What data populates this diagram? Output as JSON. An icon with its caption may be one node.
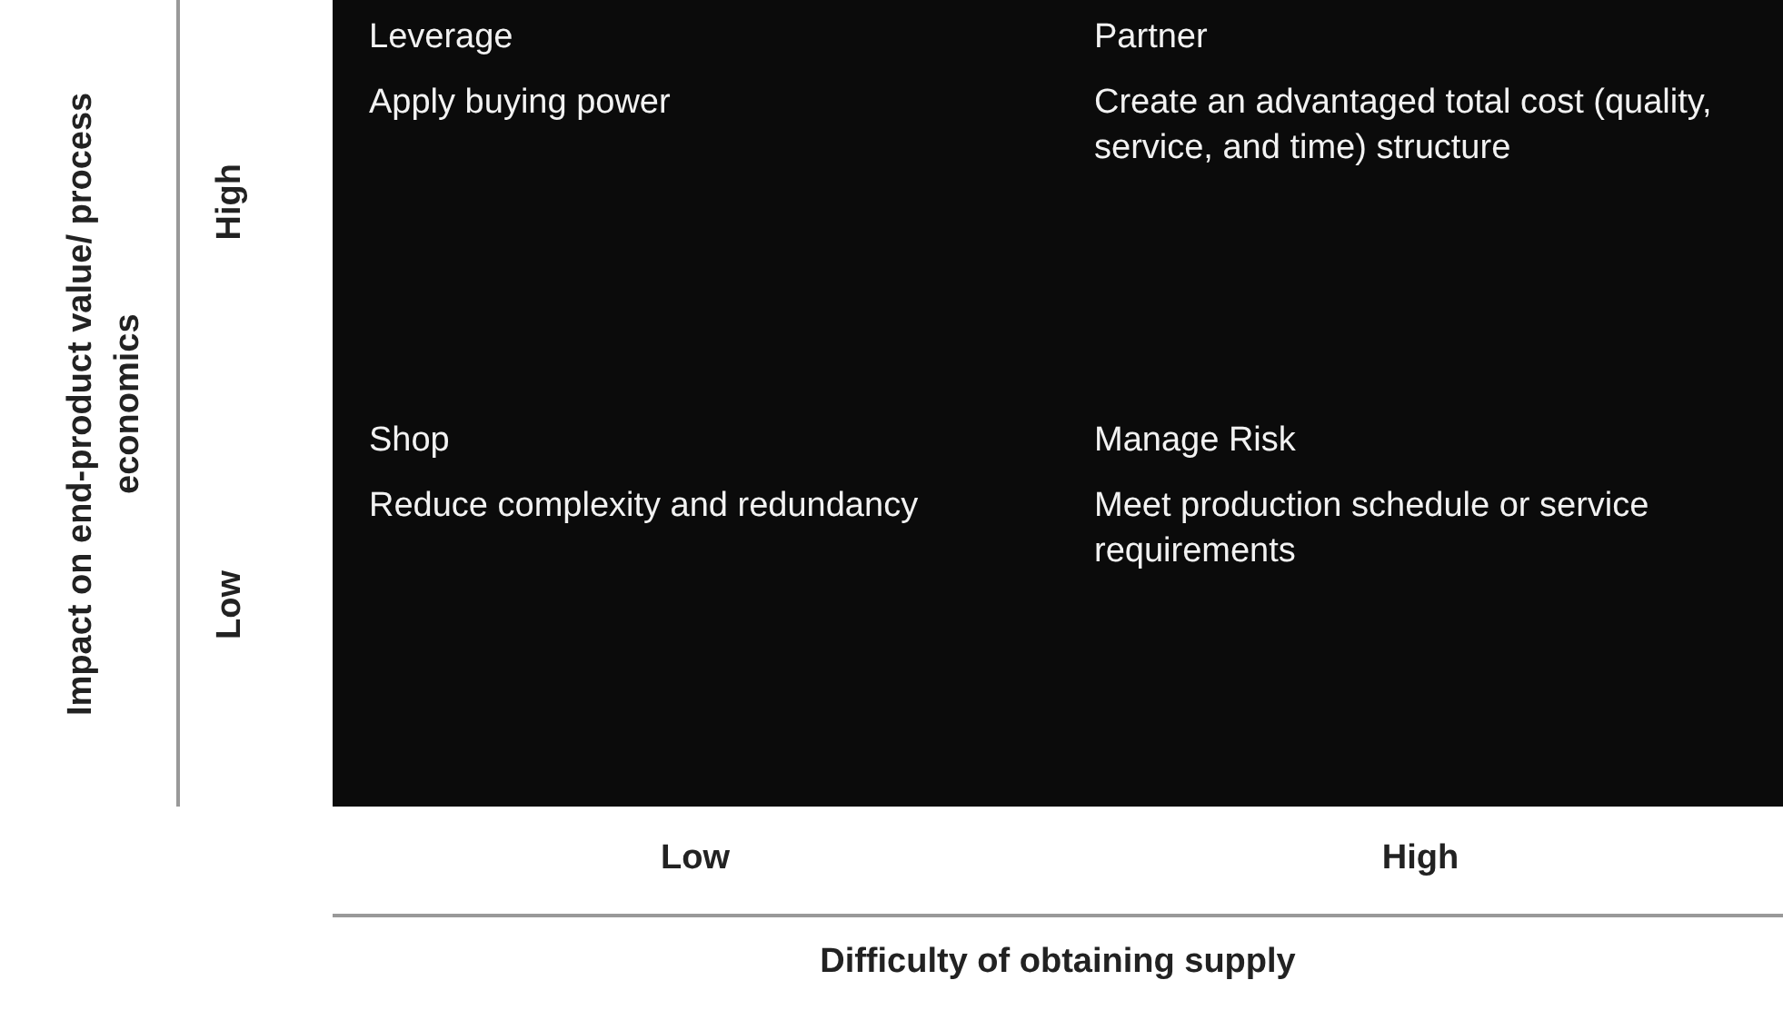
{
  "diagram": {
    "nodes": [
      {
        "text": [
          "Leverage",
          "Apply buying power"
        ]
      },
      {
        "text": [
          "Partner",
          "Create an advantaged total cost (quality, service, and time) structure"
        ]
      },
      {
        "text": [
          "Shop",
          "Reduce complexity and redundancy"
        ]
      },
      {
        "text": [
          "Manage Risk",
          "Meet production schedule or service requirements"
        ]
      }
    ],
    "labels": [
      "Impact on end-product value/ process economics",
      "High",
      "Low",
      "Low",
      "High",
      "Difficulty of obtaining supply"
    ]
  }
}
